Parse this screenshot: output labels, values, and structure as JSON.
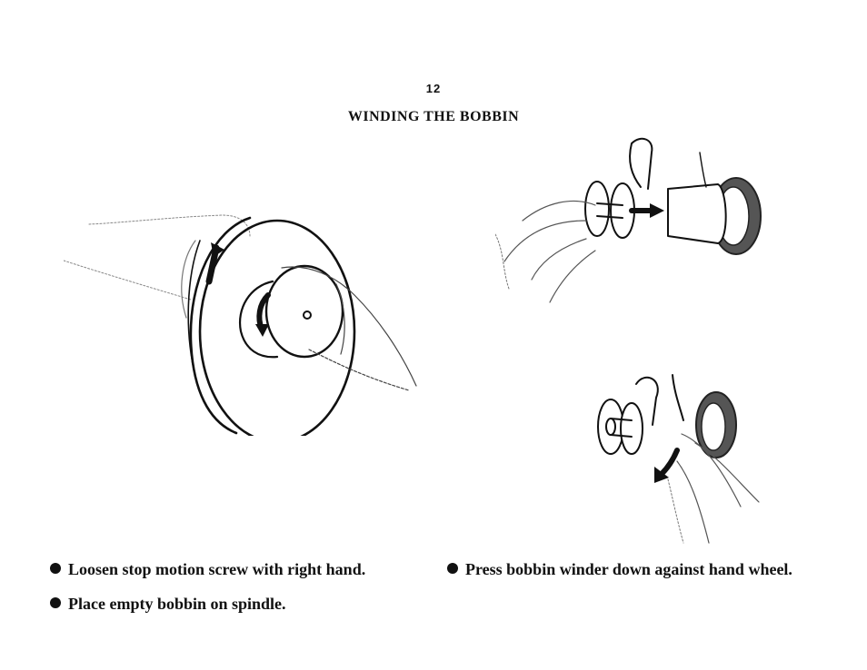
{
  "page": {
    "number": "12",
    "title": "WINDING THE BOBBIN"
  },
  "instructions": [
    "Loosen stop motion screw with right hand.",
    "Place empty bobbin on spindle.",
    "Press bobbin winder down against hand wheel."
  ],
  "illustrations": {
    "left": "hand-wheel-loosening-illustration",
    "top_right": "bobbin-on-spindle-illustration",
    "bottom_right": "winder-press-illustration"
  },
  "colors": {
    "ink": "#111111",
    "rubber_ring": "#555555"
  }
}
